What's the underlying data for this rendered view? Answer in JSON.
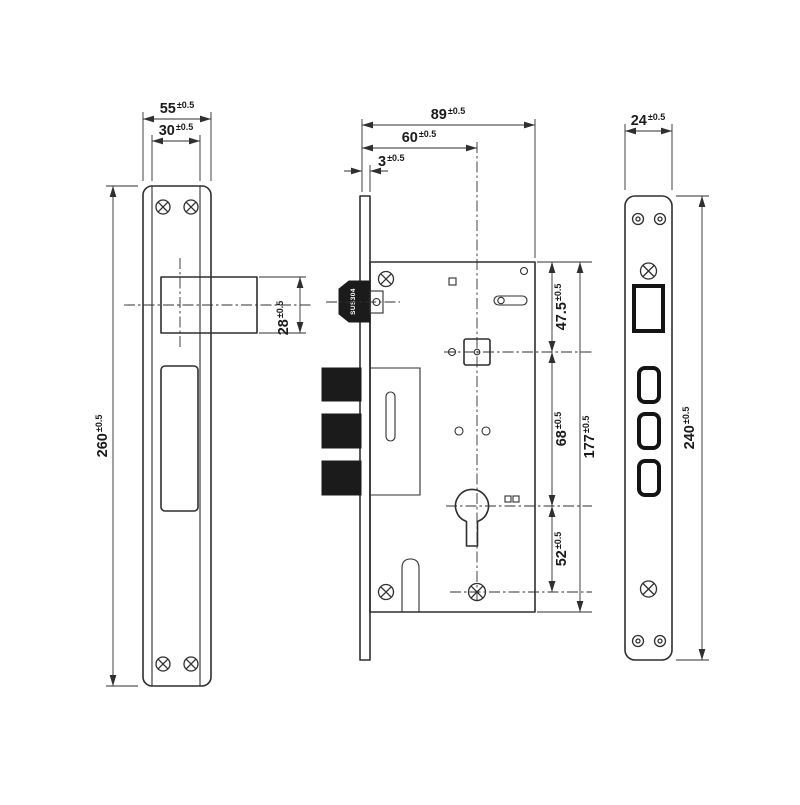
{
  "drawing": {
    "material_label": "SUS304",
    "dimensions": {
      "strike_width": {
        "value": "55",
        "tol": "±0.5"
      },
      "strike_inner_width": {
        "value": "30",
        "tol": "±0.5"
      },
      "strike_height": {
        "value": "260",
        "tol": "±0.5"
      },
      "strike_box_height": {
        "value": "28",
        "tol": "±0.5"
      },
      "body_depth": {
        "value": "89",
        "tol": "±0.5"
      },
      "backset": {
        "value": "60",
        "tol": "±0.5"
      },
      "faceplate_thickness": {
        "value": "3",
        "tol": "±0.5"
      },
      "top_to_spindle": {
        "value": "47.5",
        "tol": "±0.5"
      },
      "spindle_to_cylinder": {
        "value": "68",
        "tol": "±0.5"
      },
      "cylinder_to_bottom": {
        "value": "52",
        "tol": "±0.5"
      },
      "case_height": {
        "value": "177",
        "tol": "±0.5"
      },
      "faceplate_width": {
        "value": "24",
        "tol": "±0.5"
      },
      "faceplate_height": {
        "value": "240",
        "tol": "±0.5"
      }
    },
    "colors": {
      "line": "#2f2f2f",
      "fill_black": "#1b1b1b",
      "background": "#ffffff"
    }
  }
}
